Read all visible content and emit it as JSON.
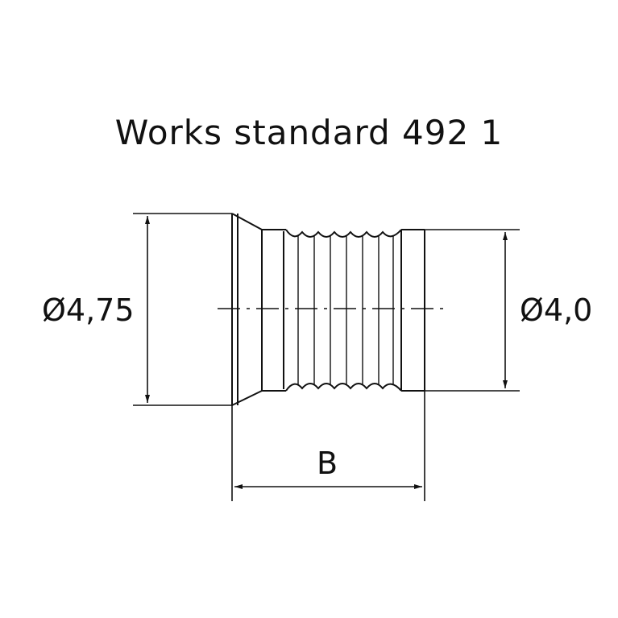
{
  "title": "Works standard 492 1",
  "dimensions": {
    "outer_diameter": "Ø4,75",
    "inner_diameter": "Ø4,0",
    "length": "B"
  },
  "colors": {
    "line": "#111111",
    "background": "#ffffff"
  }
}
